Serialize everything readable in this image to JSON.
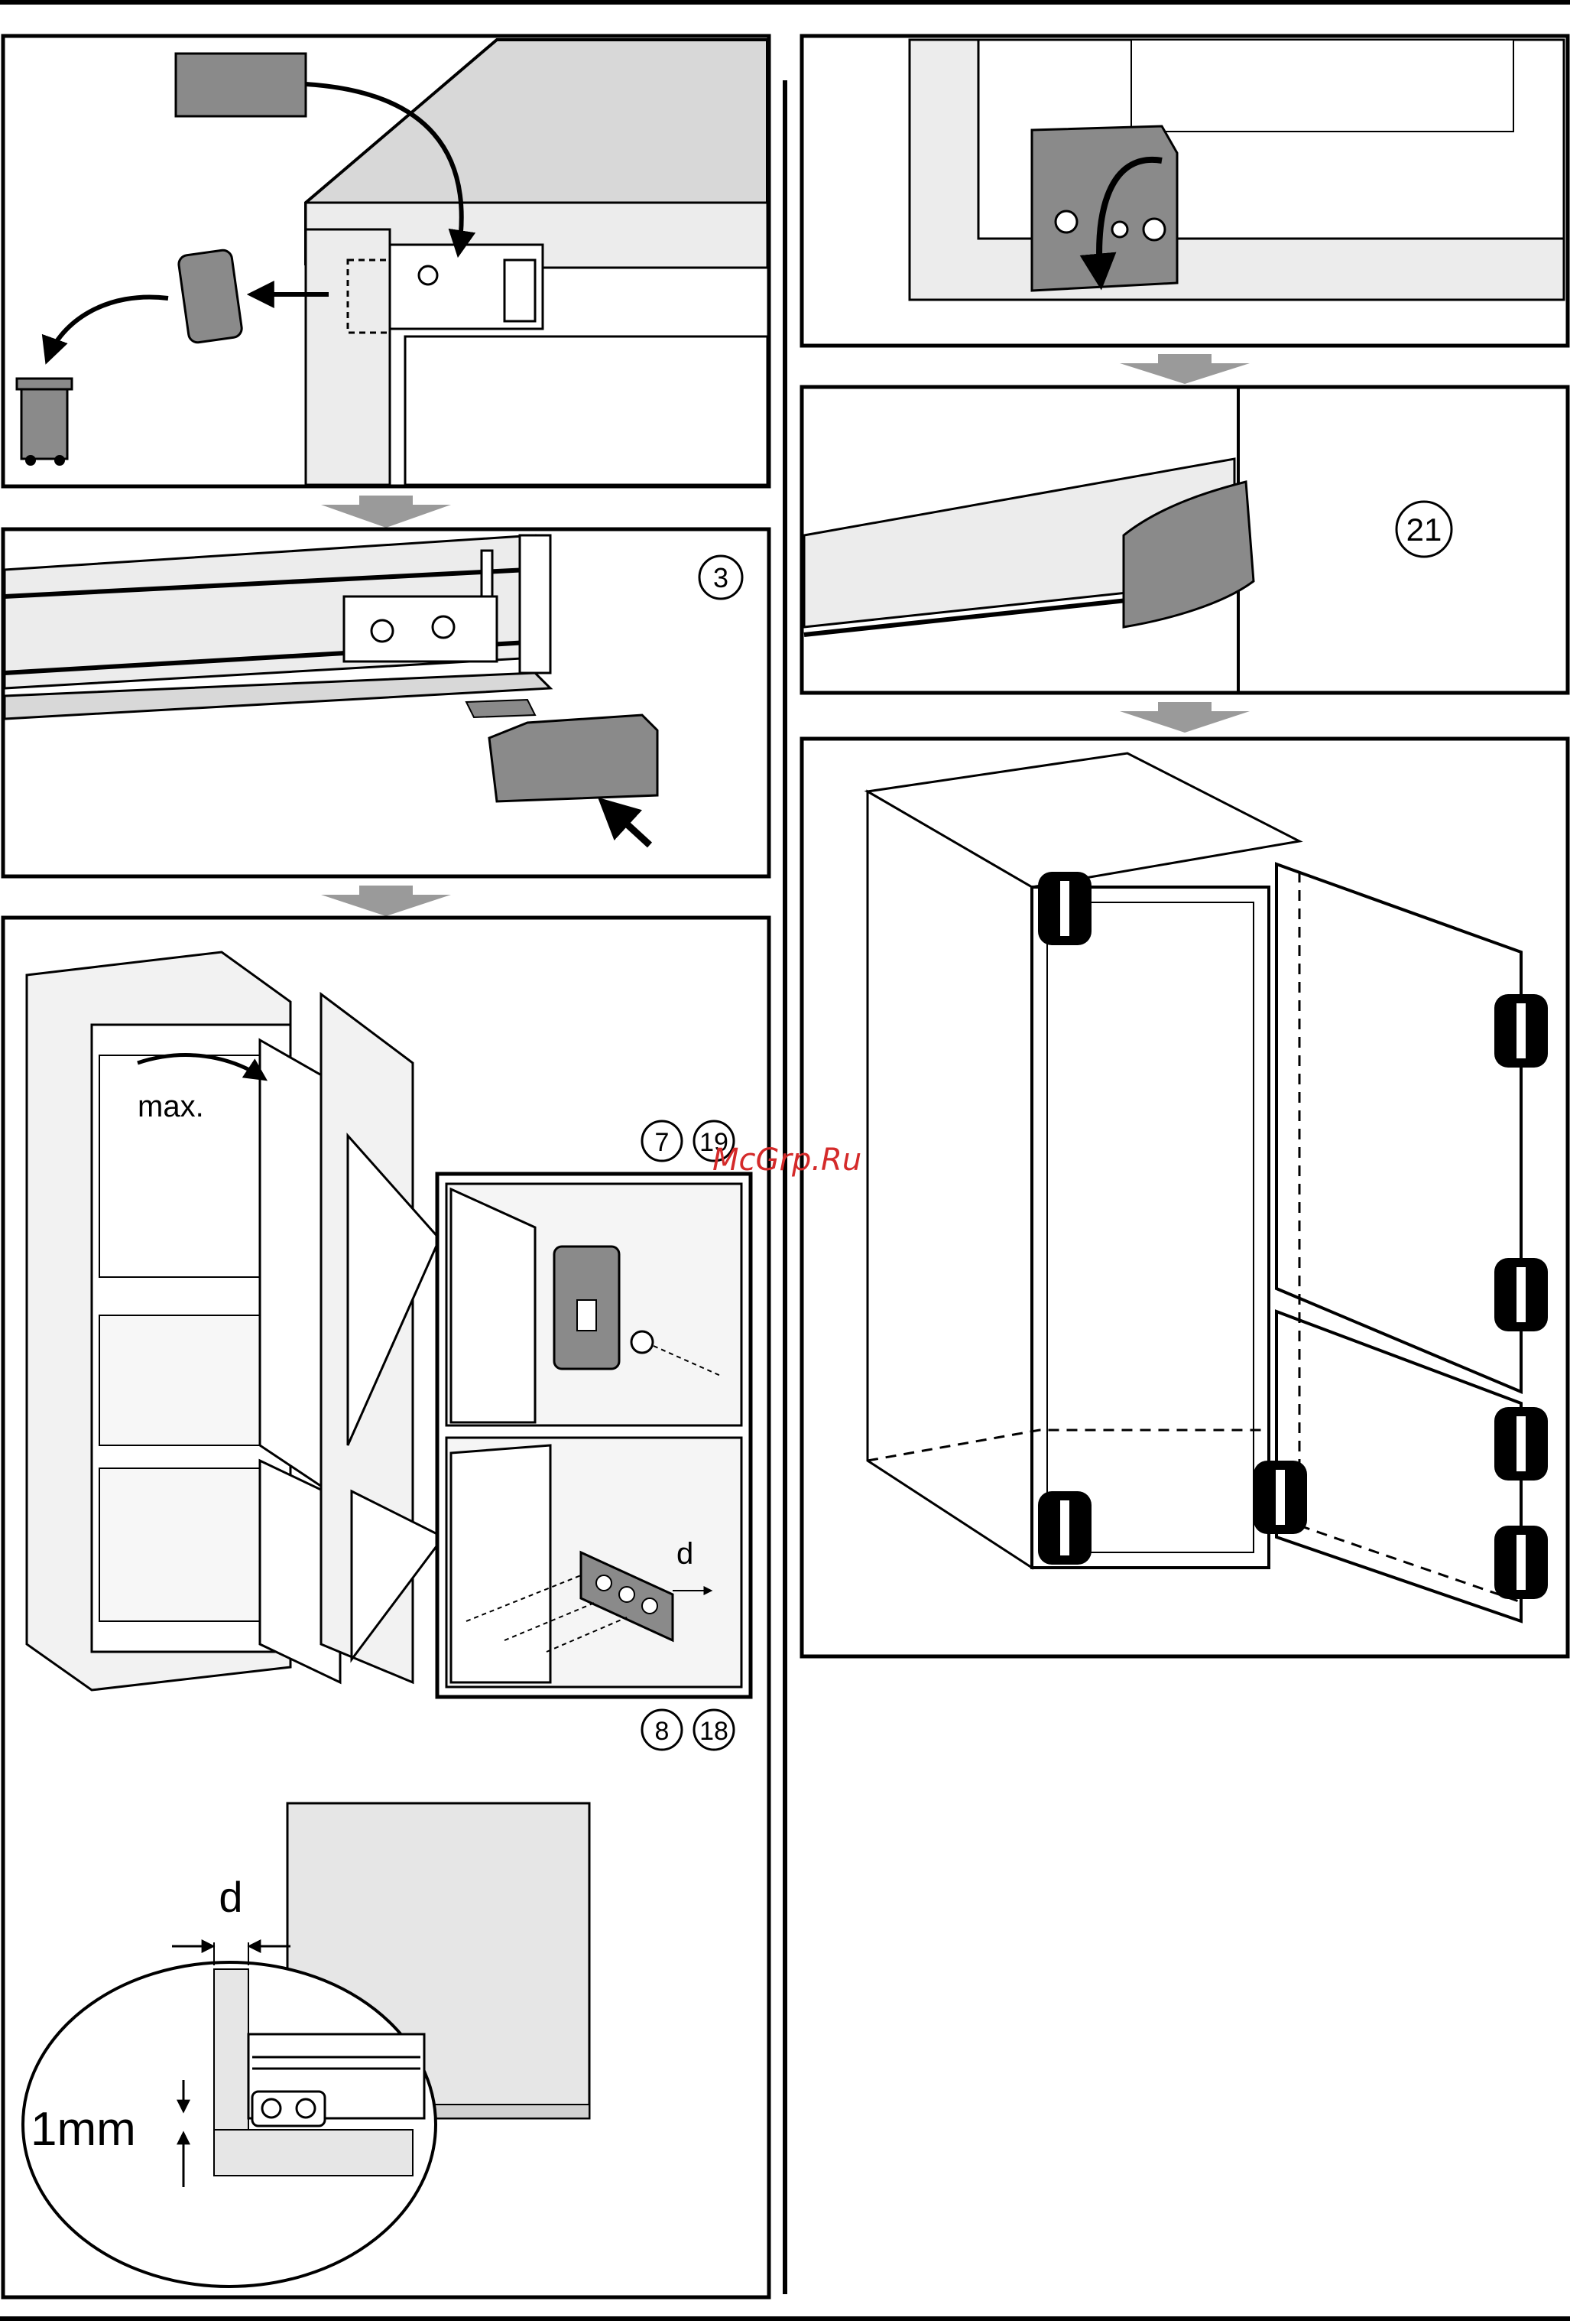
{
  "panels": {
    "p2": {
      "step_number": "3"
    },
    "p3": {
      "max_label": "max.",
      "step_top_a": "7",
      "step_top_b": "19",
      "step_bottom_a": "8",
      "step_bottom_b": "18",
      "inset_d_label": "d",
      "detail_d_label": "d",
      "detail_gap_label": "1mm"
    },
    "p5": {
      "step_number": "21"
    }
  },
  "watermark": "McGrp.Ru",
  "colors": {
    "line": "#000000",
    "part_gray": "#8a8a8a",
    "panel_gray": "#e6e6e6",
    "arrow_gray": "#9a9a9a"
  }
}
